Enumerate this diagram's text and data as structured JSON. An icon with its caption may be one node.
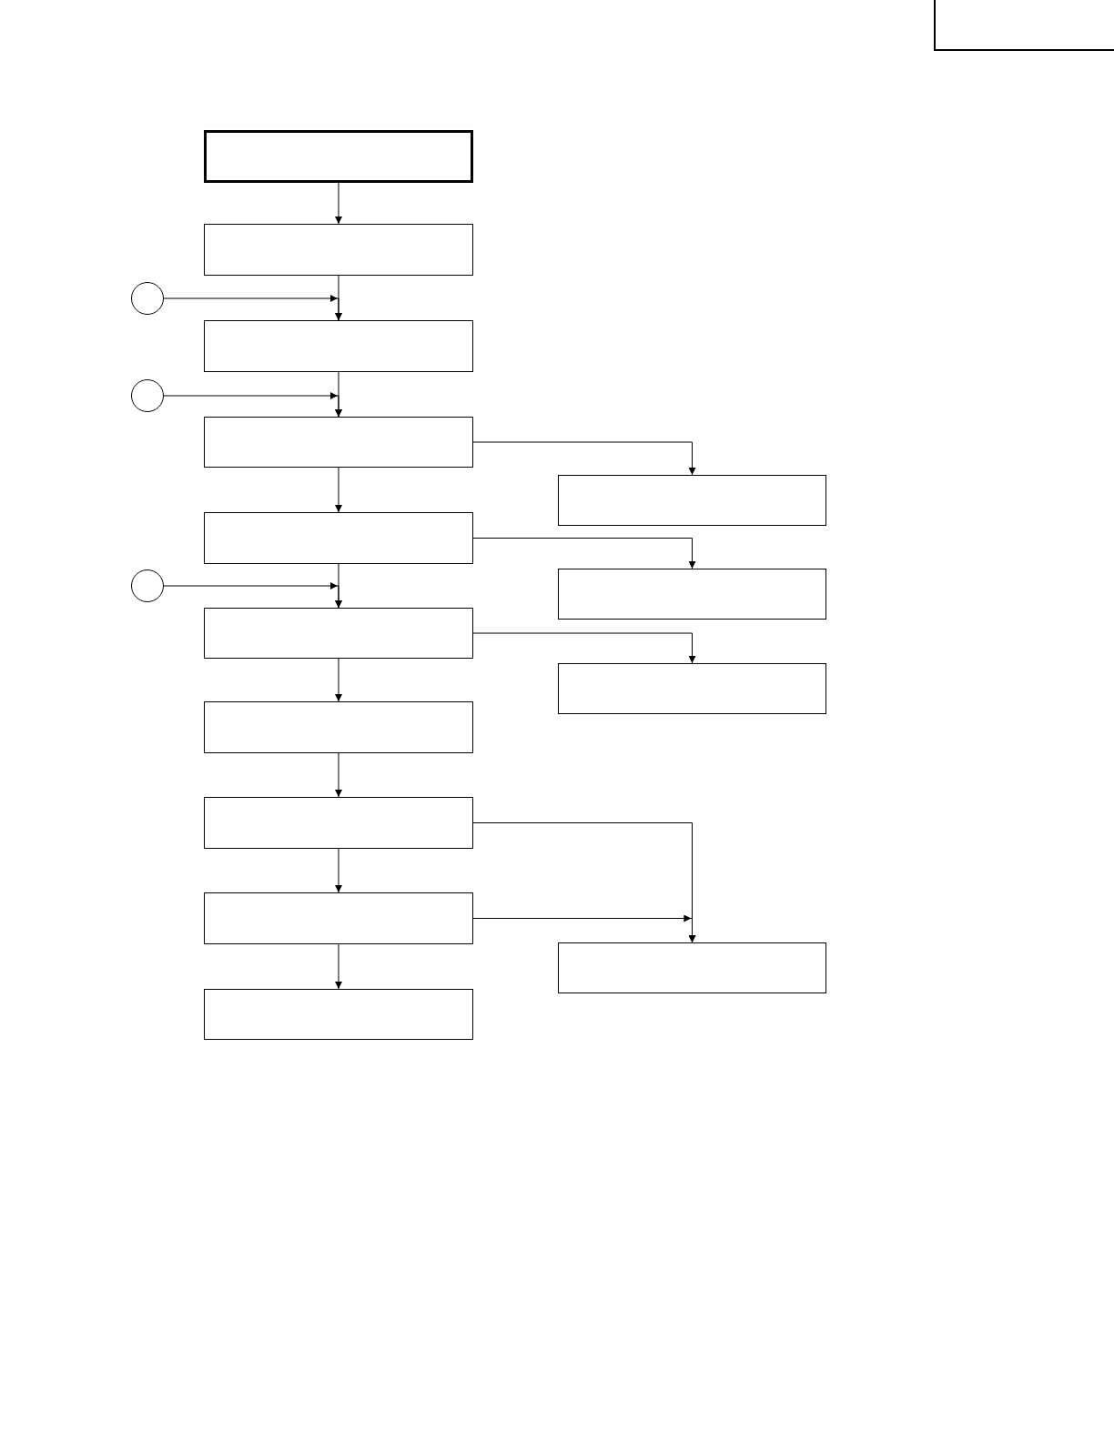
{
  "diagram": {
    "nodes": [
      {
        "text": [],
        "shape": "box"
      },
      {
        "text": [],
        "shape": "box"
      },
      {
        "text": [],
        "shape": "circle"
      },
      {
        "text": [],
        "shape": "box"
      },
      {
        "text": [],
        "shape": "circle"
      },
      {
        "text": [],
        "shape": "box"
      },
      {
        "text": [],
        "shape": "box"
      },
      {
        "text": [],
        "shape": "box"
      },
      {
        "text": [],
        "shape": "box"
      },
      {
        "text": [],
        "shape": "circle"
      },
      {
        "text": [],
        "shape": "box"
      },
      {
        "text": [],
        "shape": "box"
      },
      {
        "text": [],
        "shape": "box"
      },
      {
        "text": [],
        "shape": "box"
      },
      {
        "text": [],
        "shape": "box"
      },
      {
        "text": [],
        "shape": "box"
      },
      {
        "text": [],
        "shape": "box"
      }
    ],
    "edges": [
      {
        "from": 0,
        "to": 1,
        "arrow": "to"
      },
      {
        "from": 1,
        "to": 3,
        "arrow": "to"
      },
      {
        "from": 2,
        "to": 3,
        "arrow": "to"
      },
      {
        "from": 3,
        "to": 5,
        "arrow": "to"
      },
      {
        "from": 4,
        "to": 5,
        "arrow": "to"
      },
      {
        "from": 5,
        "to": 6,
        "arrow": "to"
      },
      {
        "from": 5,
        "to": 7,
        "arrow": "to"
      },
      {
        "from": 7,
        "to": 8,
        "arrow": "to"
      },
      {
        "from": 7,
        "to": 10,
        "arrow": "to"
      },
      {
        "from": 9,
        "to": 10,
        "arrow": "to"
      },
      {
        "from": 10,
        "to": 11,
        "arrow": "to"
      },
      {
        "from": 10,
        "to": 12,
        "arrow": "to"
      },
      {
        "from": 12,
        "to": 13,
        "arrow": "to"
      },
      {
        "from": 13,
        "to": 15,
        "arrow": "to"
      },
      {
        "from": 13,
        "to": 14,
        "arrow": "to"
      },
      {
        "from": 14,
        "to": 15,
        "arrow": "to"
      },
      {
        "from": 14,
        "to": 16,
        "arrow": "to"
      }
    ]
  }
}
